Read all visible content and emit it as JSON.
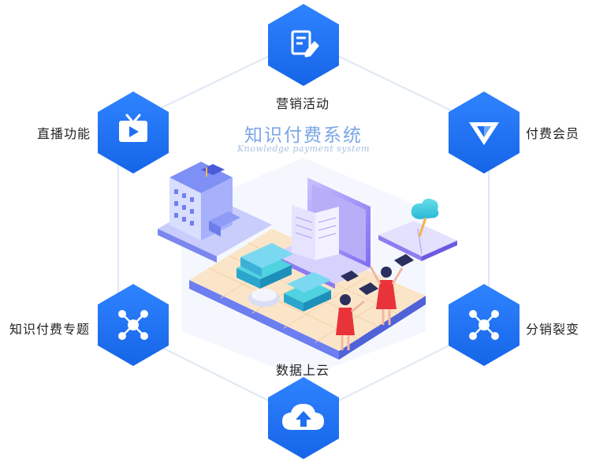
{
  "title": "知识付费系统",
  "subtitle": "Knowledge payment system",
  "nodes": [
    {
      "id": "top",
      "label": "营销活动",
      "icon": "edit-document-icon"
    },
    {
      "id": "upper-left",
      "label": "直播功能",
      "icon": "tv-icon"
    },
    {
      "id": "upper-right",
      "label": "付费会员",
      "icon": "diamond-icon"
    },
    {
      "id": "lower-left",
      "label": "知识付费专题",
      "icon": "network-nodes-icon"
    },
    {
      "id": "lower-right",
      "label": "分销裂变",
      "icon": "network-nodes-icon"
    },
    {
      "id": "bottom",
      "label": "数据上云",
      "icon": "cloud-upload-icon"
    }
  ],
  "colors": {
    "hex_fill": "#1f6ff2",
    "outline": "#dde7f6",
    "title": "#7aa6e6",
    "accent_red": "#e8333a"
  }
}
